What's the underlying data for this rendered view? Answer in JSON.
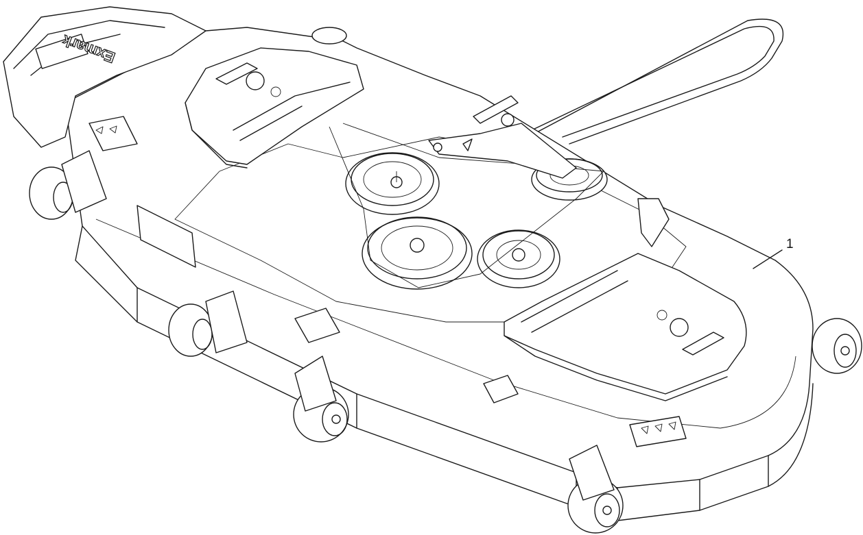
{
  "diagram": {
    "callouts": [
      {
        "id": "1",
        "label": "1"
      }
    ],
    "brand_logo": "Exmark",
    "colors": {
      "line": "#1a1a1a",
      "background": "#ffffff"
    }
  }
}
